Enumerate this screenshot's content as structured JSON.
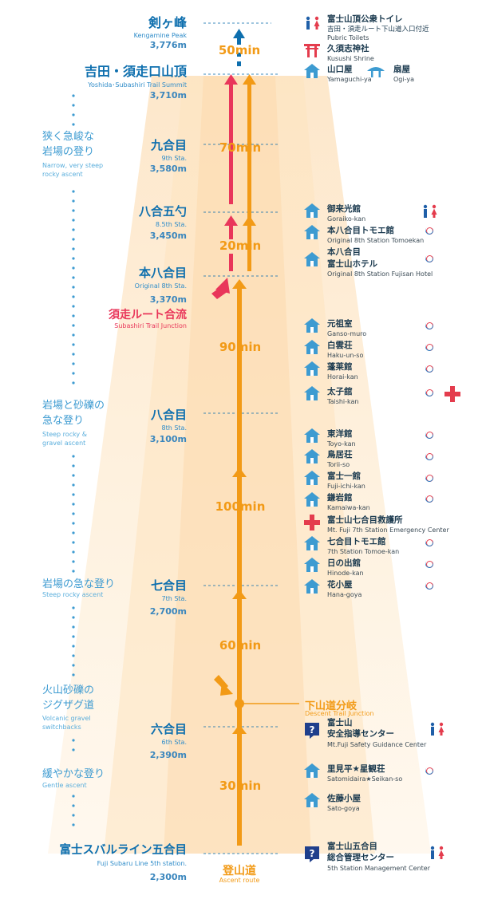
{
  "stations": [
    {
      "jp": "剣ヶ峰",
      "en": "Kengamine Peak",
      "elev": "3,776m"
    },
    {
      "jp": "吉田・須走口山頂",
      "en": "Yoshida･Subashiri Trail Summit",
      "elev": "3,710m"
    },
    {
      "jp": "九合目",
      "en": "9th Sta.",
      "elev": "3,580m"
    },
    {
      "jp": "八合五勺",
      "en": "8.5th Sta.",
      "elev": "3,450m"
    },
    {
      "jp": "本八合目",
      "en": "Original 8th Sta.",
      "elev": "3,370m"
    },
    {
      "jp": "八合目",
      "en": "8th Sta.",
      "elev": "3,100m"
    },
    {
      "jp": "七合目",
      "en": "7th Sta.",
      "elev": "2,700m"
    },
    {
      "jp": "六合目",
      "en": "6th Sta.",
      "elev": "2,390m"
    },
    {
      "jp": "富士スバルライン五合目",
      "en": "Fuji Subaru Line 5th station.",
      "elev": "2,300m"
    }
  ],
  "junction": {
    "jp": "須走ルート合流",
    "en": "Subashiri Trail Junction"
  },
  "descent": {
    "jp": "下山道分岐",
    "en": "Descent Trail Junction"
  },
  "ascent": {
    "jp": "登山道",
    "en": "Ascent route"
  },
  "terrain": [
    {
      "jp1": "狭く急峻な",
      "jp2": "岩場の登り",
      "en1": "Narrow, very steep",
      "en2": "rocky ascent"
    },
    {
      "jp1": "岩場と砂礫の",
      "jp2": "急な登り",
      "en1": "Steep rocky &",
      "en2": "gravel ascent"
    },
    {
      "jp1": "岩場の急な登り",
      "jp2": "",
      "en1": "Steep rocky ascent",
      "en2": ""
    },
    {
      "jp1": "火山砂礫の",
      "jp2": "ジグザグ道",
      "en1": "Volcanic gravel",
      "en2": "switchbacks"
    },
    {
      "jp1": "緩やかな登り",
      "jp2": "",
      "en1": "Gentle ascent",
      "en2": ""
    }
  ],
  "times": [
    "50min",
    "70min",
    "20min",
    "90min",
    "100min",
    "60min",
    "30min"
  ],
  "facilities": [
    {
      "jp": "富士山頂公衆トイレ",
      "jp2": "吉田・須走ルート下山道入口付近",
      "en": "Pubric Toilets",
      "icon": "toilet-icon"
    },
    {
      "jp": "久須志神社",
      "en": "Kusushi Shrine",
      "icon": "shrine-icon"
    },
    {
      "jp": "山口屋",
      "en": "Yamaguchi-ya",
      "icon": "hut-icon"
    },
    {
      "jp": "扇屋",
      "en": "Ogi-ya",
      "icon": "rest-house-icon"
    },
    {
      "jp": "御来光館",
      "en": "Goraiko-kan",
      "icon": "hut-icon"
    },
    {
      "jp": "本八合目トモエ館",
      "en": "Original 8th Station Tomoekan",
      "icon": "hut-icon"
    },
    {
      "jp": "本八合目",
      "jp2": "富士山ホテル",
      "en": "Original 8th Station Fujisan Hotel",
      "icon": "hut-icon"
    },
    {
      "jp": "元祖室",
      "en": "Ganso-muro",
      "icon": "hut-icon"
    },
    {
      "jp": "白雲荘",
      "en": "Haku-un-so",
      "icon": "hut-icon"
    },
    {
      "jp": "蓬莱館",
      "en": "Horai-kan",
      "icon": "hut-icon"
    },
    {
      "jp": "太子舘",
      "en": "Taishi-kan",
      "icon": "hut-icon"
    },
    {
      "jp": "東洋館",
      "en": "Toyo-kan",
      "icon": "hut-icon"
    },
    {
      "jp": "鳥居荘",
      "en": "Torii-so",
      "icon": "hut-icon"
    },
    {
      "jp": "富士一館",
      "en": "Fuji-ichi-kan",
      "icon": "hut-icon"
    },
    {
      "jp": "鎌岩館",
      "en": "Kamaiwa-kan",
      "icon": "hut-icon"
    },
    {
      "jp": "富士山七合目救護所",
      "en": "Mt. Fuji 7th Station Emergency Center",
      "icon": "first-aid-icon"
    },
    {
      "jp": "七合目トモエ館",
      "en": "7th Station Tomoe-kan",
      "icon": "hut-icon"
    },
    {
      "jp": "日の出館",
      "en": "Hinode-kan",
      "icon": "hut-icon"
    },
    {
      "jp": "花小屋",
      "en": "Hana-goya",
      "icon": "hut-icon"
    },
    {
      "jp": "富士山",
      "jp2": "安全指導センター",
      "en": "Mt.Fuji Safety Guidance Center",
      "icon": "info-icon"
    },
    {
      "jp": "里見平★星観荘",
      "en": "Satomidaira★Seikan-so",
      "icon": "hut-icon"
    },
    {
      "jp": "佐藤小屋",
      "en": "Sato-goya",
      "icon": "hut-icon"
    },
    {
      "jp": "富士山五合目",
      "jp2": "総合管理センター",
      "en": "5th Station Management Center",
      "icon": "info-icon"
    }
  ],
  "colors": {
    "stationBlue": "#0e6fae",
    "ascentOrange": "#f29a16",
    "subashiriRed": "#e9365a",
    "iconBlue": "#3d9bd1",
    "toiletRed": "#e43c4d"
  }
}
